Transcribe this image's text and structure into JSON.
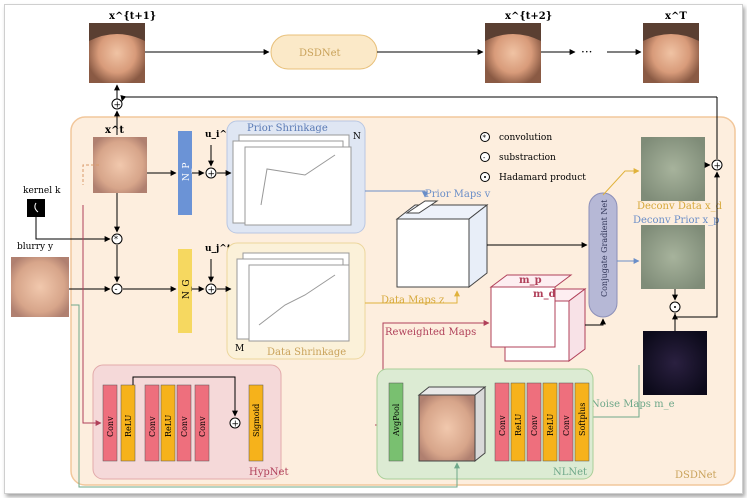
{
  "frames": {
    "x_t1": "x^{t+1}",
    "x_t2": "x^{t+2}",
    "dots": "···",
    "x_T": "x^T",
    "x_t": "x^t"
  },
  "top_module": "DSDNet",
  "inputs": {
    "kernel": "kernel k",
    "blurry": "blurry y"
  },
  "blocks": {
    "n_p": "N_P",
    "n_g": "N_G",
    "u_i": "u_i^t",
    "u_j": "u_j^t",
    "prior_shrinkage": "Prior Shrinkage",
    "data_shrinkage": "Data Shrinkage",
    "prior_N": "N",
    "data_M": "M",
    "prior_maps": "Prior Maps v",
    "data_maps": "Data Maps z",
    "reweighted_maps": "Reweighted Maps",
    "m_p": "m_p",
    "m_d": "m_d",
    "conjugate_gradient": "Conjugate Gradient Net",
    "deconv_data": "Deconv Data x_d",
    "deconv_prior": "Deconv Prior x_p",
    "noise_maps": "Noise Maps m_e"
  },
  "legend": {
    "convolution": "convolution",
    "subtraction": "substraction",
    "hadamard": "Hadamard product"
  },
  "hypnet": {
    "label": "HypNet",
    "layers": [
      "Conv",
      "ReLU",
      "Conv",
      "ReLU",
      "Conv",
      "Conv",
      "Sigmoid"
    ]
  },
  "nlnet": {
    "label": "NLNet",
    "pool": "AvgPool",
    "layers": [
      "Conv",
      "ReLU",
      "Conv",
      "ReLU",
      "Conv",
      "Softplus"
    ]
  },
  "outer_label": "DSDNet",
  "colors": {
    "outer_bg": "#fdeede",
    "outer_border": "#f2c79b",
    "prior_bg": "#dfe6f3",
    "data_bg": "#fbf1d9",
    "hyp_bg": "#f5d9d9",
    "nl_bg": "#dcebd3",
    "conv": "#ee6f7d",
    "relu": "#f6b21b",
    "sigmoid": "#f6b21b",
    "avgpool": "#79c070",
    "n_p": "#6b93d6",
    "n_g": "#f6d860",
    "cg": "#b6b8d6"
  }
}
